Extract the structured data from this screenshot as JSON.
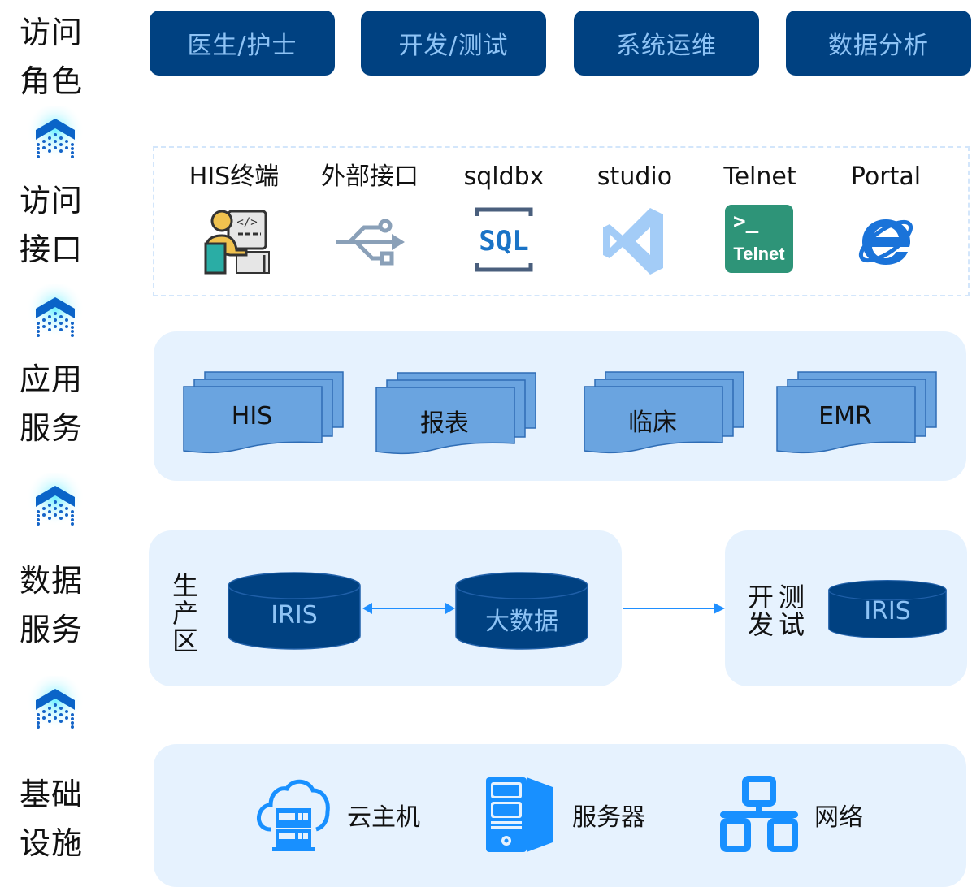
{
  "layers": [
    {
      "id": "roles",
      "label_line1": "访问",
      "label_line2": "角色"
    },
    {
      "id": "interfaces",
      "label_line1": "访问",
      "label_line2": "接口"
    },
    {
      "id": "apps",
      "label_line1": "应用",
      "label_line2": "服务"
    },
    {
      "id": "data",
      "label_line1": "数据",
      "label_line2": "服务"
    },
    {
      "id": "infra",
      "label_line1": "基础",
      "label_line2": "设施"
    }
  ],
  "roles": [
    "医生/护士",
    "开发/测试",
    "系统运维",
    "数据分析"
  ],
  "interfaces": [
    {
      "label": "HIS终端",
      "icon": "developer-terminal-icon"
    },
    {
      "label": "外部接口",
      "icon": "usb-icon"
    },
    {
      "label": "sqldbx",
      "icon": "sql-icon"
    },
    {
      "label": "studio",
      "icon": "visual-studio-icon"
    },
    {
      "label": "Telnet",
      "icon": "telnet-icon",
      "icon_text": "Telnet",
      "icon_prompt": ">_"
    },
    {
      "label": "Portal",
      "icon": "ie-browser-icon"
    }
  ],
  "apps": [
    "HIS",
    "报表",
    "临床",
    "EMR"
  ],
  "data": {
    "production": {
      "label_chars": [
        "生",
        "产",
        "区"
      ],
      "dbs": [
        "IRIS",
        "大数据"
      ]
    },
    "devtest": {
      "label_col1": [
        "开",
        "发"
      ],
      "label_col2": [
        "测",
        "试"
      ],
      "dbs": [
        "IRIS"
      ]
    }
  },
  "infra": [
    {
      "label": "云主机",
      "icon": "cloud-server-icon"
    },
    {
      "label": "服务器",
      "icon": "server-tower-icon"
    },
    {
      "label": "网络",
      "icon": "network-icon"
    }
  ],
  "colors": {
    "role_bg": "#004181",
    "role_text": "#8ec3f5",
    "panel_bg": "#e6f2fe",
    "app_fill": "#6aa4e0",
    "app_stroke": "#2f6db5",
    "db_fill": "#004181",
    "arrow": "#1f8fff",
    "infra_icon": "#1890ff"
  }
}
